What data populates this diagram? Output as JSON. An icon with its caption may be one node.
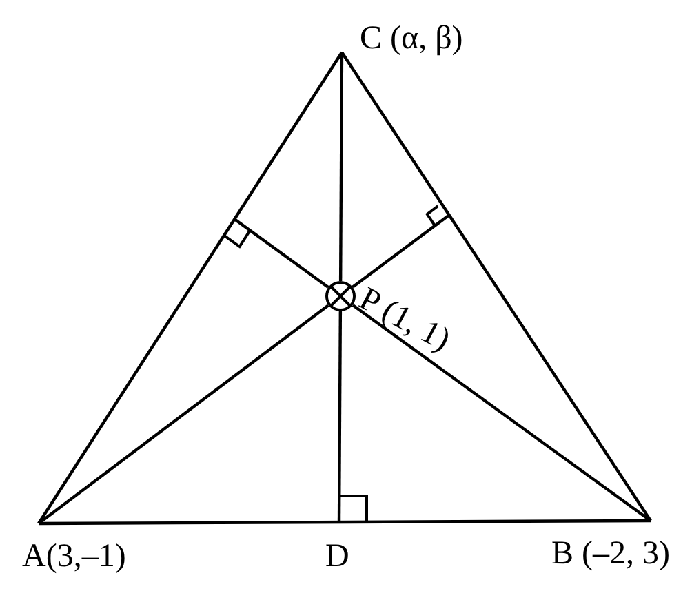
{
  "diagram": {
    "nodes": [
      {
        "text": [
          "C (α, β)"
        ]
      },
      {
        "text": [
          "P (1, 1)"
        ]
      },
      {
        "text": [
          "A(3,–1)"
        ]
      },
      {
        "text": [
          "D"
        ]
      },
      {
        "text": [
          "B (–2, 3)"
        ]
      }
    ],
    "edges": [
      {
        "from": 2,
        "to": 4,
        "arrow": "none"
      },
      {
        "from": 4,
        "to": 0,
        "arrow": "none"
      },
      {
        "from": 0,
        "to": 2,
        "arrow": "none"
      },
      {
        "from": 0,
        "to": 1,
        "arrow": "none"
      },
      {
        "from": 1,
        "to": 3,
        "arrow": "none"
      },
      {
        "from": 2,
        "to": 1,
        "arrow": "none"
      },
      {
        "from": 1,
        "to": null,
        "arrow": "none"
      },
      {
        "from": 4,
        "to": 1,
        "arrow": "none"
      },
      {
        "from": 1,
        "to": null,
        "arrow": "none"
      }
    ]
  }
}
